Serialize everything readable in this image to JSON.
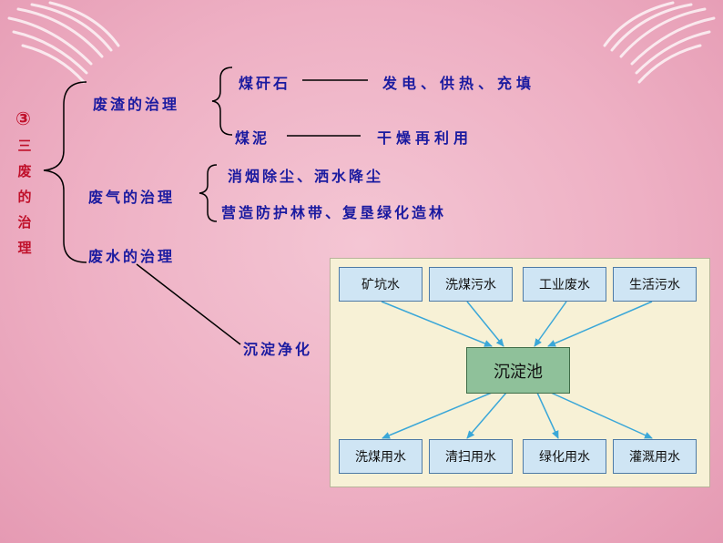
{
  "left_title": {
    "number": "③",
    "chars": [
      "三",
      "废",
      "的",
      "治",
      "理"
    ]
  },
  "sections": {
    "residue": {
      "title": "废渣的治理",
      "item1_label": "煤矸石",
      "item1_use": "发电、供热、充填",
      "item2_label": "煤泥",
      "item2_use": "干燥再利用"
    },
    "gas": {
      "title": "废气的治理",
      "item1": "消烟除尘、洒水降尘",
      "item2": "营造防护林带、复垦绿化造林"
    },
    "water": {
      "title": "废水的治理",
      "method": "沉淀净化"
    }
  },
  "flow": {
    "sources": [
      "矿坑水",
      "洗煤污水",
      "工业废水",
      "生活污水"
    ],
    "center": "沉淀池",
    "uses": [
      "洗煤用水",
      "清扫用水",
      "绿化用水",
      "灌溉用水"
    ],
    "colors": {
      "arrow": "#3aa7d8",
      "box_fill": "#cfe5f4",
      "center_fill": "#8fc19a"
    }
  }
}
